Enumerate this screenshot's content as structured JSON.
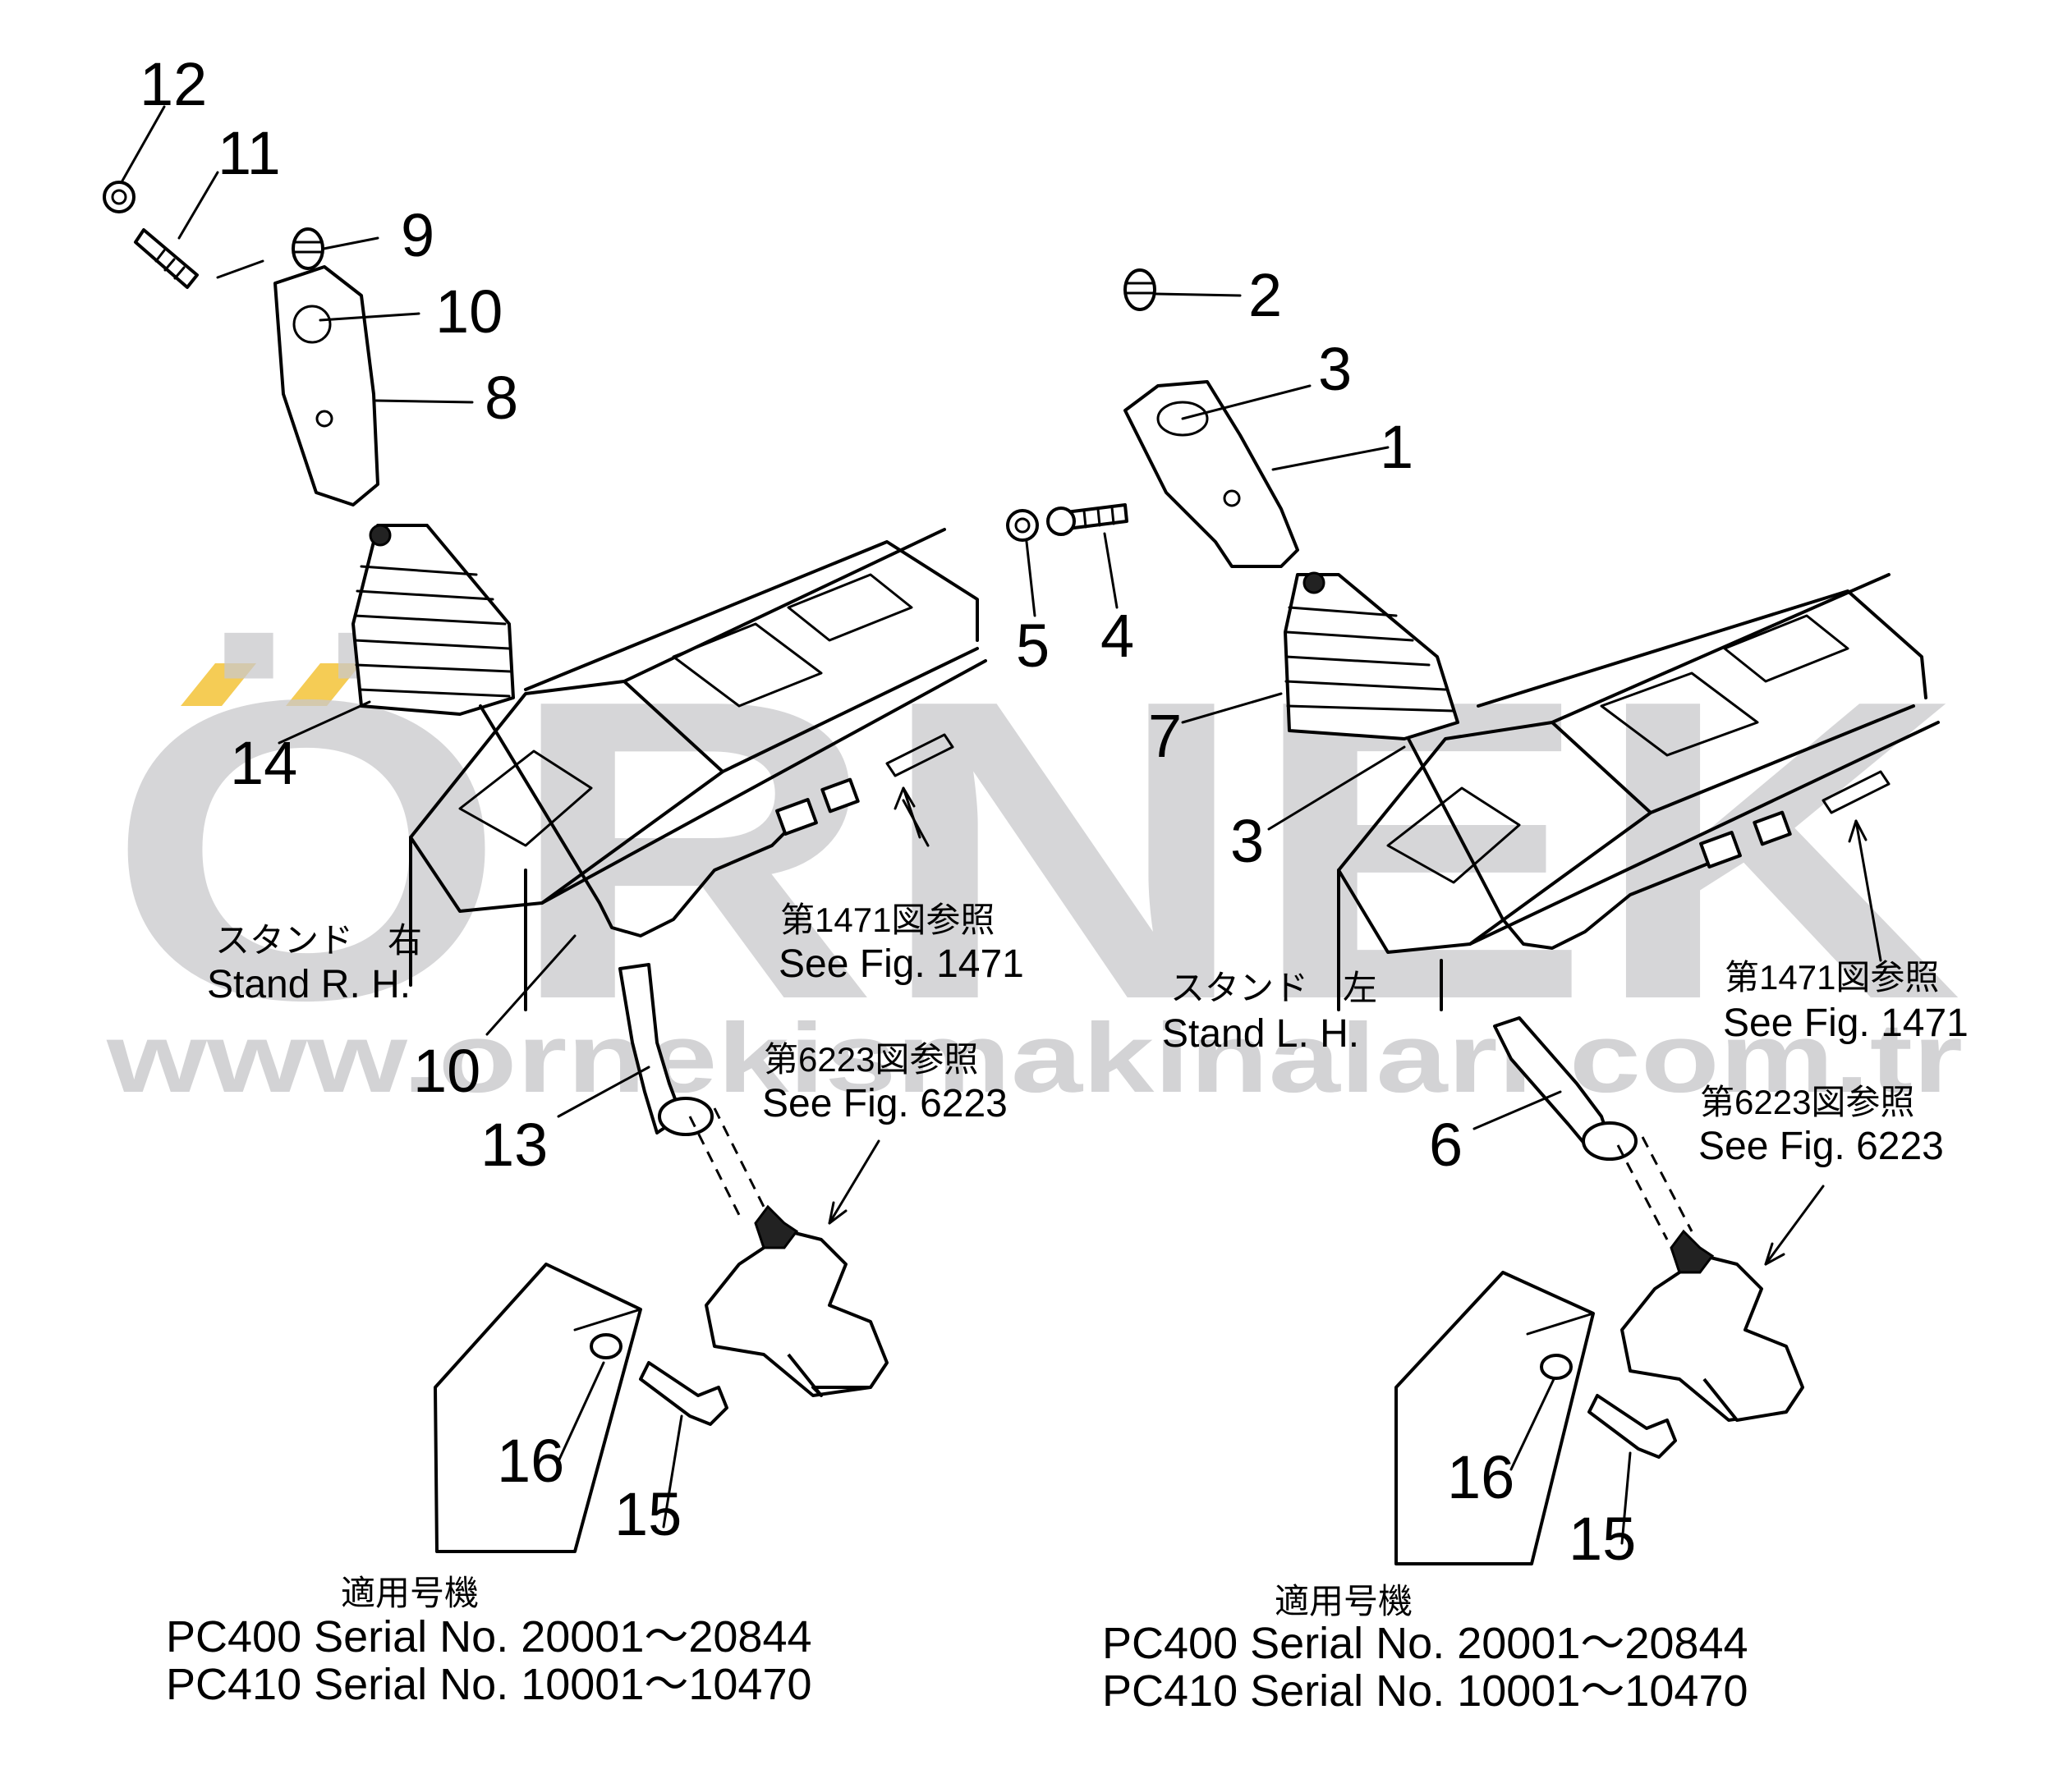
{
  "watermark": {
    "logo": "ÖRNEK",
    "url": "www.ornekismakinalari.com.tr"
  },
  "left": {
    "stand_jp": "スタンド　右",
    "stand_en": "Stand  R. H.",
    "ref1471_jp": "第1471図参照",
    "ref1471_en": "See  Fig.  1471",
    "ref6223_jp": "第6223図参照",
    "ref6223_en": "See  Fig.  6223",
    "applicable_jp": "適用号機",
    "serial_lines": [
      "PC400  Serial  No.  20001～20844",
      "PC410  Serial  No.  10001～10470"
    ],
    "callouts": [
      "12",
      "11",
      "9",
      "10",
      "8",
      "14",
      "10",
      "13",
      "16",
      "15"
    ]
  },
  "right": {
    "stand_jp": "スタンド　左",
    "stand_en": "Stand  L. H.",
    "ref1471_jp": "第1471図参照",
    "ref1471_en": "See  Fig.  1471",
    "ref6223_jp": "第6223図参照",
    "ref6223_en": "See  Fig.  6223",
    "applicable_jp": "適用号機",
    "serial_lines": [
      "PC400  Serial  No.  20001～20844",
      "PC410  Serial  No.  10001～10470"
    ],
    "callouts": [
      "2",
      "3",
      "1",
      "5",
      "4",
      "7",
      "3",
      "6",
      "16",
      "15"
    ]
  }
}
